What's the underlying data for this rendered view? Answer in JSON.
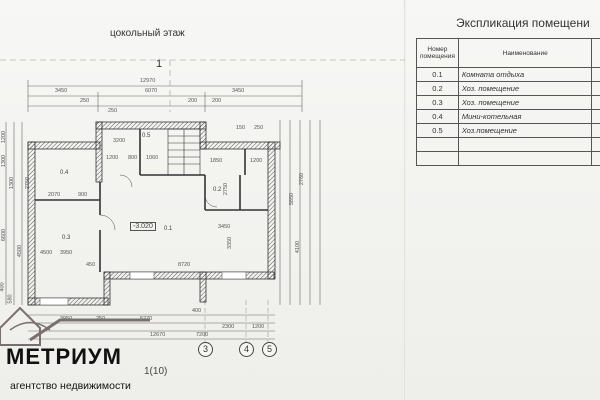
{
  "plan": {
    "title": "цокольный этаж",
    "section_mark": "1",
    "scale_label": "1(10)",
    "axis_labels": [
      "3",
      "4",
      "5"
    ],
    "dimensions_top": [
      "12970",
      "3450",
      "6070",
      "3450",
      "250",
      "250",
      "200",
      "200",
      "150",
      "250"
    ],
    "dimensions_inner": [
      "3200",
      "1200",
      "800",
      "1060",
      "1850",
      "1200",
      "2070",
      "900",
      "3450",
      "8720",
      "3950",
      "4500",
      "450"
    ],
    "dimensions_bottom": [
      "3950",
      "250",
      "5270",
      "400",
      "2300",
      "1200",
      "12670",
      "7200"
    ],
    "dimensions_side_right": [
      "5850",
      "4100",
      "2750",
      "3350",
      "2760"
    ],
    "dimensions_side_left": [
      "1200",
      "1300",
      "1300",
      "2750",
      "4500",
      "6600",
      "400",
      "580"
    ],
    "level_mark": "-3.020",
    "room_tags": [
      "0.1",
      "0.2",
      "0.3",
      "0.4",
      "0.5"
    ]
  },
  "explication": {
    "title": "Экспликация помещени",
    "header_num": "Номер помещения",
    "header_name": "Наименование",
    "rows": [
      {
        "num": "0.1",
        "name": "Комната отдыха"
      },
      {
        "num": "0.2",
        "name": "Хоз. помещение"
      },
      {
        "num": "0.3",
        "name": "Хоз. помещение"
      },
      {
        "num": "0.4",
        "name": "Мини-котельная"
      },
      {
        "num": "0.5",
        "name": "Хоз.помещение"
      }
    ]
  },
  "brand": {
    "name": "МЕТРИУМ",
    "tagline": "агентство недвижимости",
    "colors": {
      "logo_mark": "#7a6f6f",
      "text": "#111111"
    }
  }
}
